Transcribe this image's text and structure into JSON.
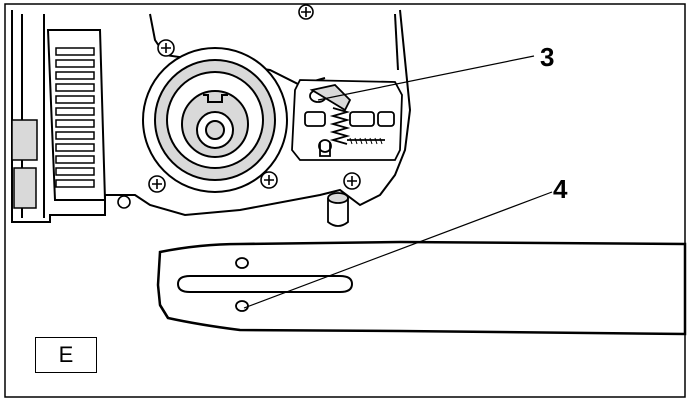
{
  "figure": {
    "panel_label": "E",
    "callouts": [
      {
        "id": "callout-3",
        "label": "3"
      },
      {
        "id": "callout-4",
        "label": "4"
      }
    ],
    "colors": {
      "ink": "#000000",
      "paper": "#ffffff",
      "shade": "#d9d9d9"
    }
  }
}
